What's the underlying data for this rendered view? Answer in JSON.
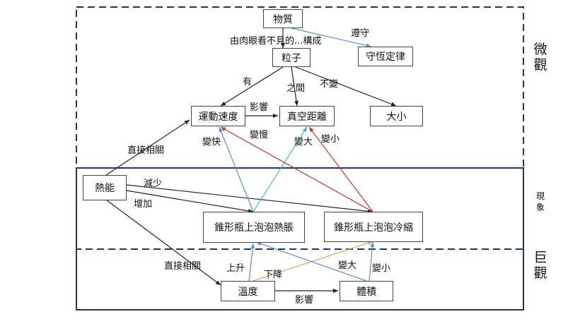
{
  "regions": {
    "micro": "微觀",
    "phenomenon": "現象",
    "macro": "巨觀"
  },
  "nodes": {
    "matter": "物質",
    "particle": "粒子",
    "conservation": "守恆定律",
    "speed": "運動速度",
    "vacuum": "真空距離",
    "size": "大小",
    "heat": "熱能",
    "expand": "錐形瓶上泡泡熱脹",
    "shrink": "錐形瓶上泡泡冷縮",
    "temp": "溫度",
    "volume": "體積"
  },
  "labels": {
    "composed": "由肉眼看不見的...構成",
    "obey": "遵守",
    "have": "有",
    "between": "之間",
    "unchanged": "不變",
    "influence_top": "影響",
    "direct_top": "直接相關",
    "faster": "變快",
    "slower": "變慢",
    "bigger_top": "變大",
    "smaller_top": "變小",
    "decrease": "減少",
    "increase": "增加",
    "direct_bottom": "直接相關",
    "rise": "上升",
    "fall": "下降",
    "bigger_bottom": "變大",
    "smaller_bottom": "變小",
    "influence_bottom": "影響"
  },
  "colors": {
    "dark": "#1f3864",
    "blue_arrow": "#5a8ed0",
    "red_arrow": "#c0392b",
    "orange_arrow": "#e0a060",
    "cyan_arrow": "#4fb0d8"
  }
}
